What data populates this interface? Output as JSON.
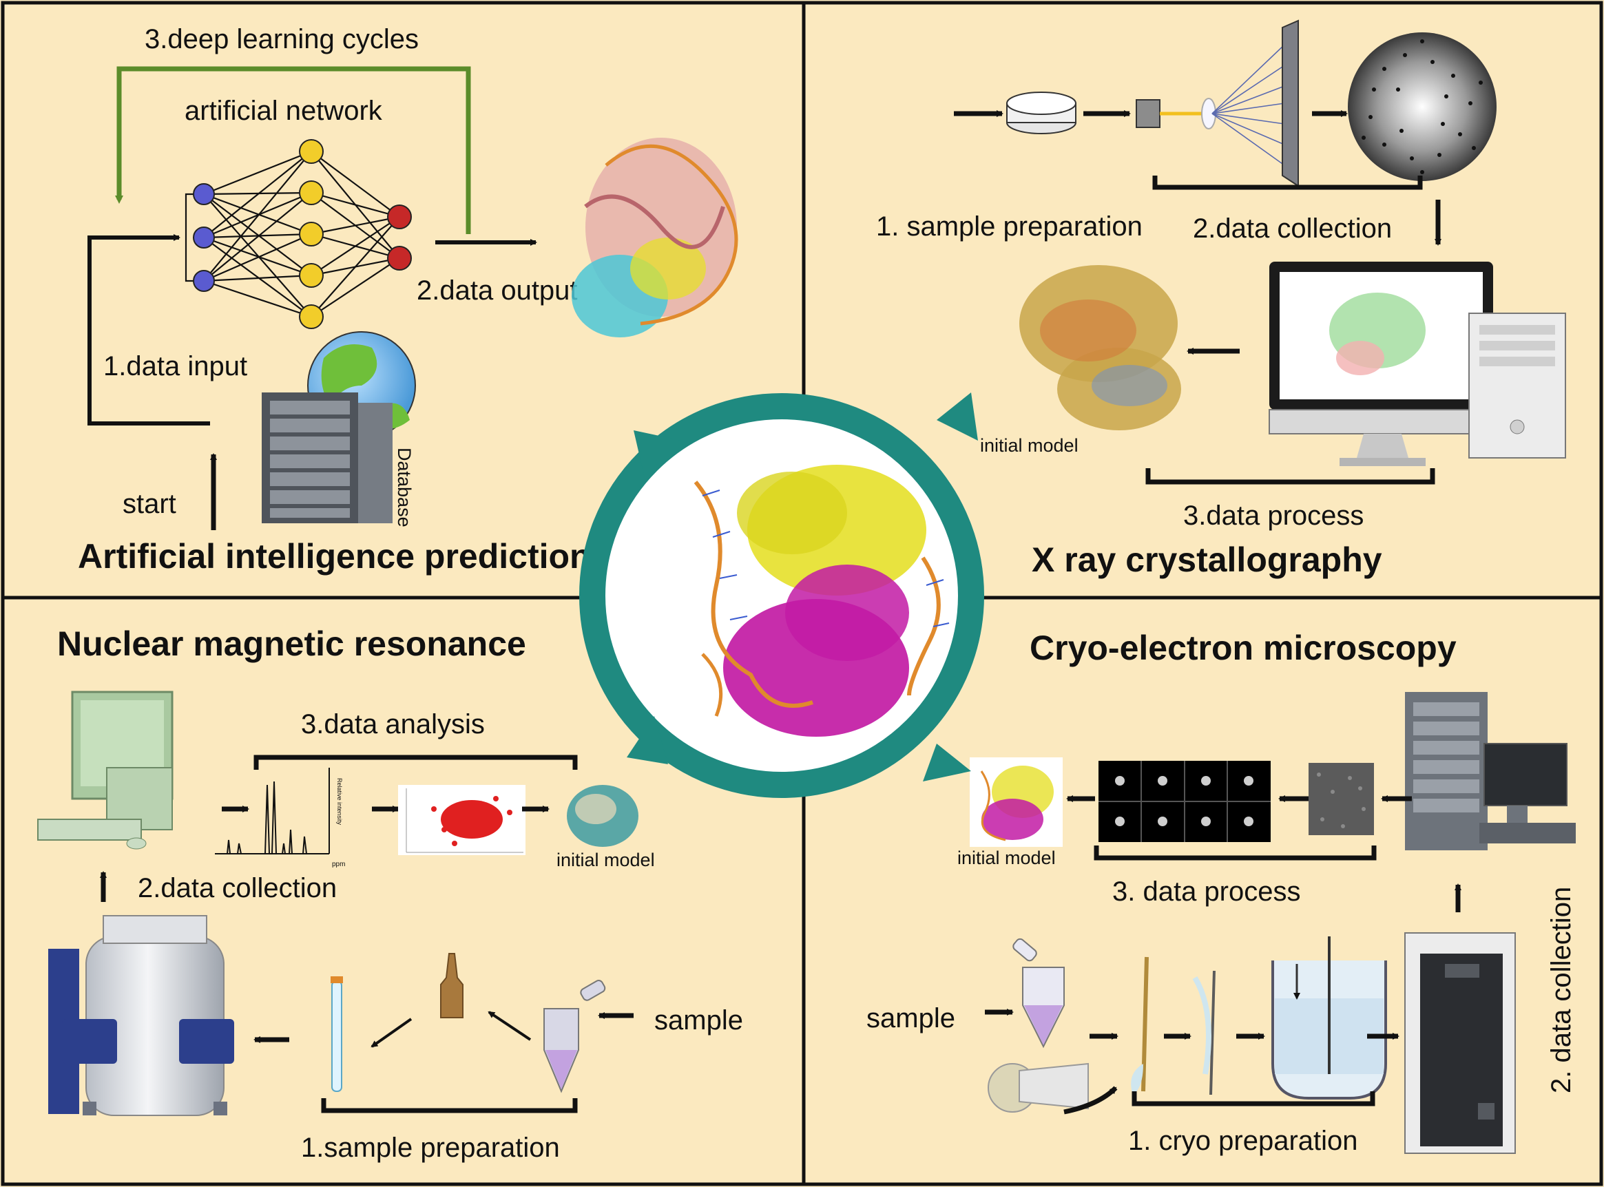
{
  "colors": {
    "background": "#fbe9bf",
    "panel_border": "#111111",
    "cycle_ring": "#1f8a80",
    "network_arrow": "#5b8c2a",
    "input_node": "#5a5bd0",
    "hidden_node": "#f2cd2a",
    "output_node": "#c62828",
    "protein_magenta": "#c21ba4",
    "protein_yellow": "#e6e02a",
    "rna_orange": "#e08a2c"
  },
  "ai_panel": {
    "title": "Artificial intelligence prediction",
    "step_cycles": "3.deep learning cycles",
    "network_label": "artificial network",
    "step_output": "2.data output",
    "step_input": "1.data input",
    "start_label": "start",
    "database_label": "Database"
  },
  "xray_panel": {
    "title": "X ray crystallography",
    "step1": "1. sample preparation",
    "step2": "2.data collection",
    "step3": "3.data process",
    "model_label": "initial model"
  },
  "nmr_panel": {
    "title": "Nuclear magnetic resonance",
    "step3": "3.data analysis",
    "step2": "2.data collection",
    "step1": "1.sample preparation",
    "sample_label": "sample",
    "model_label": "initial model",
    "spectrum_ylabel": "Relative intensity",
    "spectrum_xlabel": "ppm"
  },
  "cryo_panel": {
    "title": "Cryo-electron microscopy",
    "step3": "3. data process",
    "step2": "2. data collection",
    "step1": "1. cryo  preparation",
    "sample_label": "sample",
    "model_label": "initial model"
  }
}
